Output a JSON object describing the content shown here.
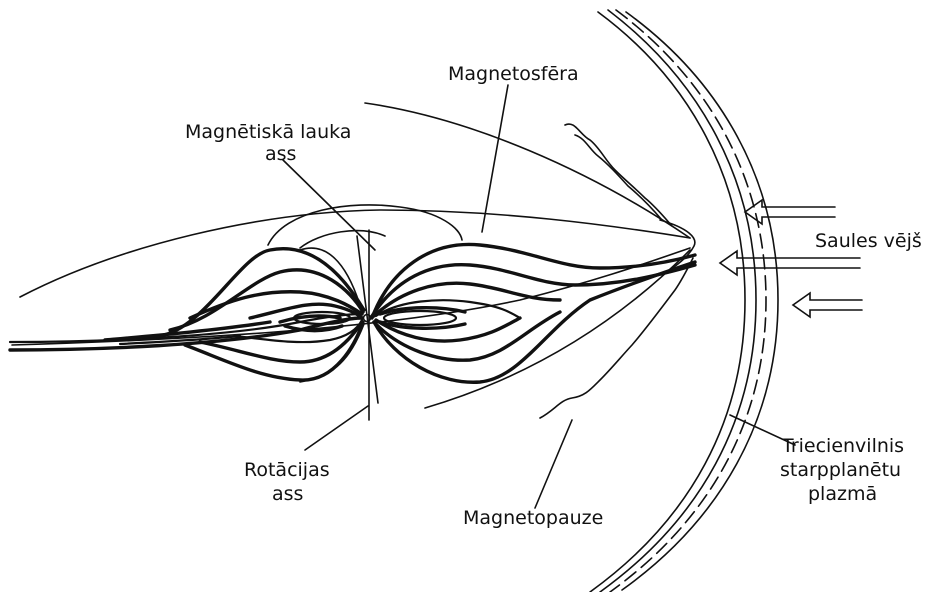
{
  "labels": {
    "magnetosphere": "Magnetosfēra",
    "magnetic_axis_line1": "Magnētiskā lauka",
    "magnetic_axis_line2": "ass",
    "solar_wind": "Saules vējš",
    "rotation_axis_line1": "Rotācijas",
    "rotation_axis_line2": "ass",
    "magnetopause": "Magnetopauze",
    "shock_line1": "Triecienvilnis",
    "shock_line2": "starpplanētu",
    "shock_line3": "plazmā"
  }
}
